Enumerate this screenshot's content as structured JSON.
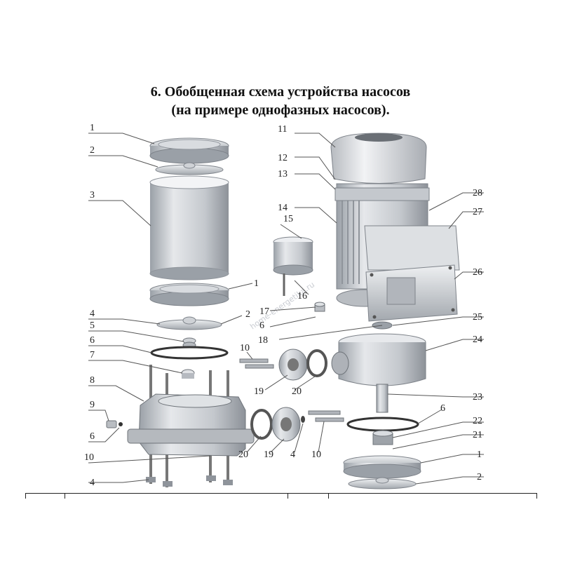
{
  "title_line1": "6. Обобщенная схема устройства насосов",
  "title_line2": "(на примере однофазных насосов).",
  "watermark": "home-energetika.ru",
  "colors": {
    "metal": "#c9ccd1",
    "metal_dark": "#8f949b",
    "metal_light": "#eceef1",
    "line": "#555555"
  },
  "labels": [
    {
      "id": "l1a",
      "text": "1"
    },
    {
      "id": "l2a",
      "text": "2"
    },
    {
      "id": "l3",
      "text": "3"
    },
    {
      "id": "l1b",
      "text": "1"
    },
    {
      "id": "l4a",
      "text": "4"
    },
    {
      "id": "l5",
      "text": "5"
    },
    {
      "id": "l6a",
      "text": "6"
    },
    {
      "id": "l7",
      "text": "7"
    },
    {
      "id": "l8",
      "text": "8"
    },
    {
      "id": "l9",
      "text": "9"
    },
    {
      "id": "l6b",
      "text": "6"
    },
    {
      "id": "l10a",
      "text": "10"
    },
    {
      "id": "l4b",
      "text": "4"
    },
    {
      "id": "l15",
      "text": "15"
    },
    {
      "id": "l16",
      "text": "16"
    },
    {
      "id": "l2b",
      "text": "2"
    },
    {
      "id": "l17",
      "text": "17"
    },
    {
      "id": "l6c",
      "text": "6"
    },
    {
      "id": "l18",
      "text": "18"
    },
    {
      "id": "l10b",
      "text": "10"
    },
    {
      "id": "l19a",
      "text": "19"
    },
    {
      "id": "l20a",
      "text": "20"
    },
    {
      "id": "l20b",
      "text": "20"
    },
    {
      "id": "l19b",
      "text": "19"
    },
    {
      "id": "l4c",
      "text": "4"
    },
    {
      "id": "l10c",
      "text": "10"
    },
    {
      "id": "l11",
      "text": "11"
    },
    {
      "id": "l12",
      "text": "12"
    },
    {
      "id": "l13",
      "text": "13"
    },
    {
      "id": "l14",
      "text": "14"
    },
    {
      "id": "l28",
      "text": "28"
    },
    {
      "id": "l27",
      "text": "27"
    },
    {
      "id": "l26",
      "text": "26"
    },
    {
      "id": "l25",
      "text": "25"
    },
    {
      "id": "l24",
      "text": "24"
    },
    {
      "id": "l23",
      "text": "23"
    },
    {
      "id": "l6d",
      "text": "6"
    },
    {
      "id": "l22",
      "text": "22"
    },
    {
      "id": "l21",
      "text": "21"
    },
    {
      "id": "l1c",
      "text": "1"
    },
    {
      "id": "l2c",
      "text": "2"
    }
  ]
}
